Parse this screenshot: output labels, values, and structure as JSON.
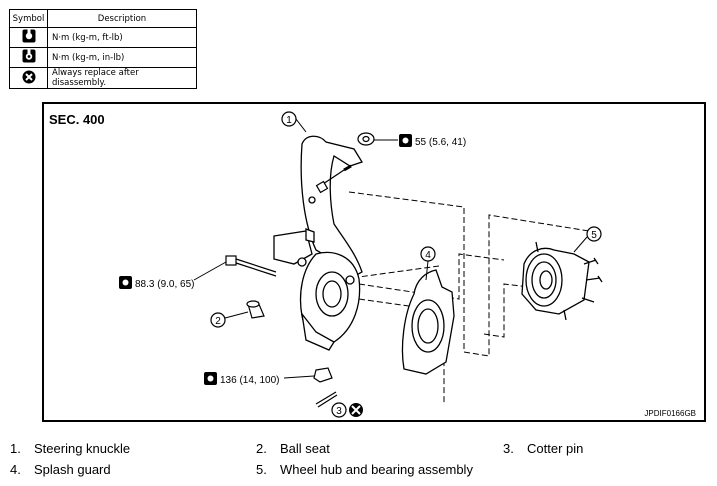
{
  "legend": {
    "header": {
      "symbol": "Symbol",
      "description": "Description"
    },
    "rows": [
      {
        "icon": "torque-wrench-icon",
        "text": "N·m (kg-m, ft-lb)"
      },
      {
        "icon": "torque-wrench-inlb-icon",
        "text": "N·m (kg-m, in-lb)"
      },
      {
        "icon": "replace-x-icon",
        "text": "Always replace after disassembly."
      }
    ]
  },
  "diagram": {
    "section": "SEC. 400",
    "code": "JPDIF0166GB",
    "callouts": [
      "1",
      "2",
      "3",
      "4",
      "5"
    ],
    "torques": {
      "knuckle_nut": "55 (5.6, 41)",
      "ball_seat_bolt": "88.3 (9.0, 65)",
      "lower_nut": "136 (14, 100)"
    }
  },
  "parts": [
    {
      "num": "1.",
      "name": "Steering knuckle"
    },
    {
      "num": "2.",
      "name": "Ball seat"
    },
    {
      "num": "3.",
      "name": "Cotter pin"
    },
    {
      "num": "4.",
      "name": "Splash guard"
    },
    {
      "num": "5.",
      "name": "Wheel hub and bearing assembly"
    }
  ]
}
